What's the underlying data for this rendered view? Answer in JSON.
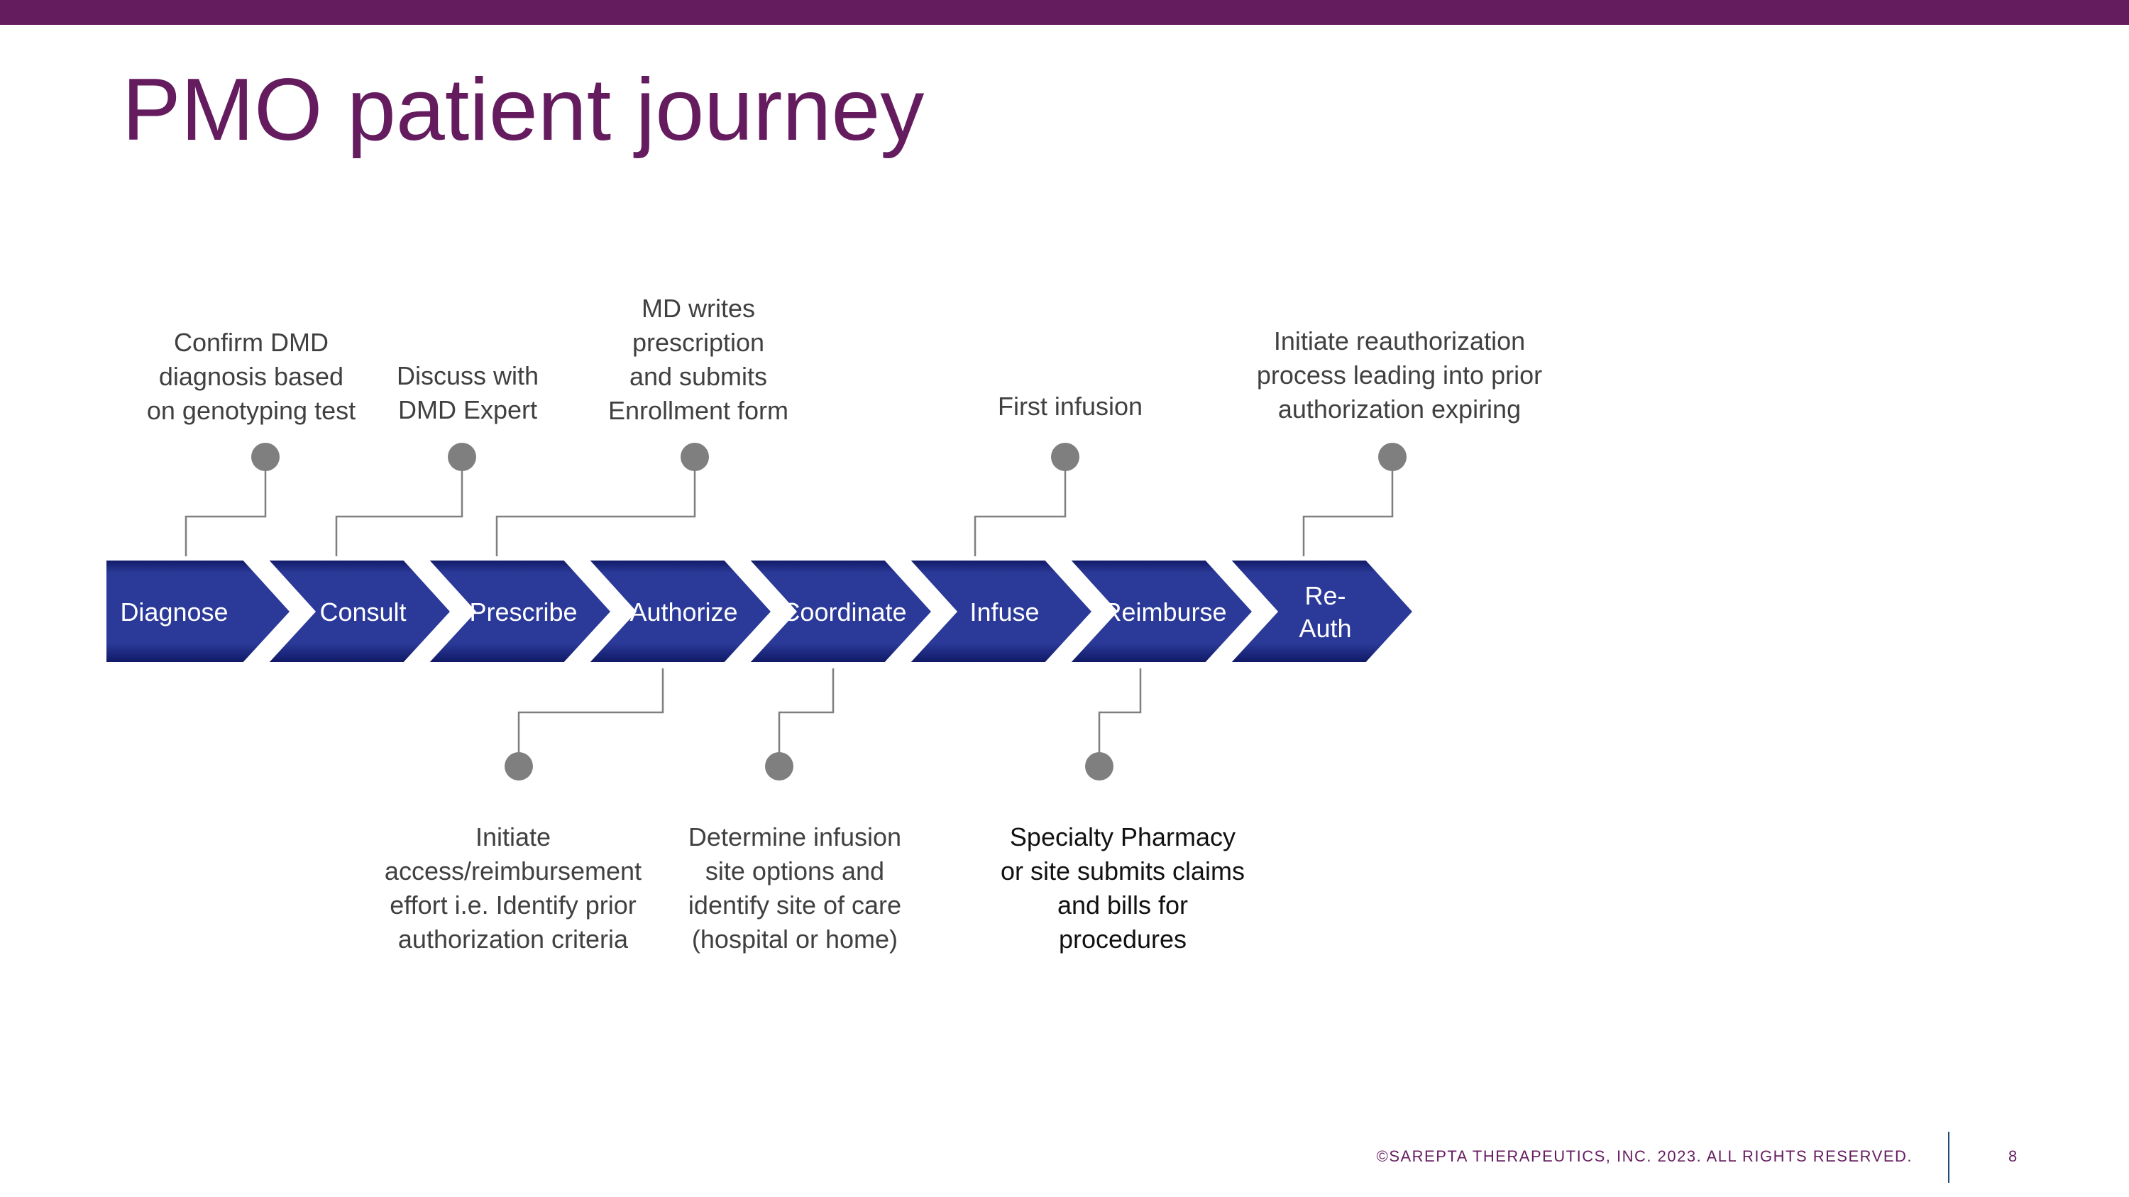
{
  "title": "PMO patient journey",
  "colors": {
    "brand": "#651c5f",
    "chevron": "#2b3a99",
    "chevron_dark": "#0d1660",
    "chevron_border": "#ffffff",
    "pin": "#7f7f7f",
    "note_text": "#404040",
    "note_text_dark": "#111111"
  },
  "steps": [
    {
      "id": "diagnose",
      "lines": [
        "Diagnose"
      ]
    },
    {
      "id": "consult",
      "lines": [
        "Consult"
      ]
    },
    {
      "id": "prescribe",
      "lines": [
        "Prescribe"
      ]
    },
    {
      "id": "authorize",
      "lines": [
        "Authorize"
      ]
    },
    {
      "id": "coordinate",
      "lines": [
        "Coordinate"
      ]
    },
    {
      "id": "infuse",
      "lines": [
        "Infuse"
      ]
    },
    {
      "id": "reimburse",
      "lines": [
        "Reimburse"
      ]
    },
    {
      "id": "re-auth",
      "lines": [
        "Re-",
        "Auth"
      ]
    }
  ],
  "notes": [
    {
      "id": "confirm-dmd",
      "step": "diagnose",
      "position": "above",
      "lines": [
        "Confirm DMD",
        "diagnosis based",
        "on genotyping test"
      ]
    },
    {
      "id": "discuss-expert",
      "step": "consult",
      "position": "above",
      "lines": [
        "Discuss with",
        "DMD Expert"
      ]
    },
    {
      "id": "md-writes",
      "step": "prescribe",
      "position": "above",
      "lines": [
        "MD writes",
        "prescription",
        "and submits",
        "Enrollment form"
      ]
    },
    {
      "id": "first-infusion",
      "step": "infuse",
      "position": "above",
      "lines": [
        "First infusion"
      ]
    },
    {
      "id": "initiate-reauth",
      "step": "re-auth",
      "position": "above",
      "lines": [
        "Initiate reauthorization",
        "process leading into prior",
        "authorization expiring"
      ]
    },
    {
      "id": "initiate-access",
      "step": "authorize",
      "position": "below",
      "lines": [
        "Initiate",
        "access/reimbursement",
        "effort i.e. Identify prior",
        "authorization criteria"
      ]
    },
    {
      "id": "determine-site",
      "step": "coordinate",
      "position": "below",
      "lines": [
        "Determine infusion",
        "site options and",
        "identify site of care",
        "(hospital or home)"
      ]
    },
    {
      "id": "specialty-pharmacy",
      "step": "reimburse",
      "position": "below",
      "dark": true,
      "lines": [
        "Specialty Pharmacy",
        "or site submits claims",
        "and bills for",
        "procedures"
      ]
    }
  ],
  "footer": {
    "copyright": "©SAREPTA THERAPEUTICS, INC. 2023.  ALL RIGHTS RESERVED.",
    "page_number": "8"
  }
}
